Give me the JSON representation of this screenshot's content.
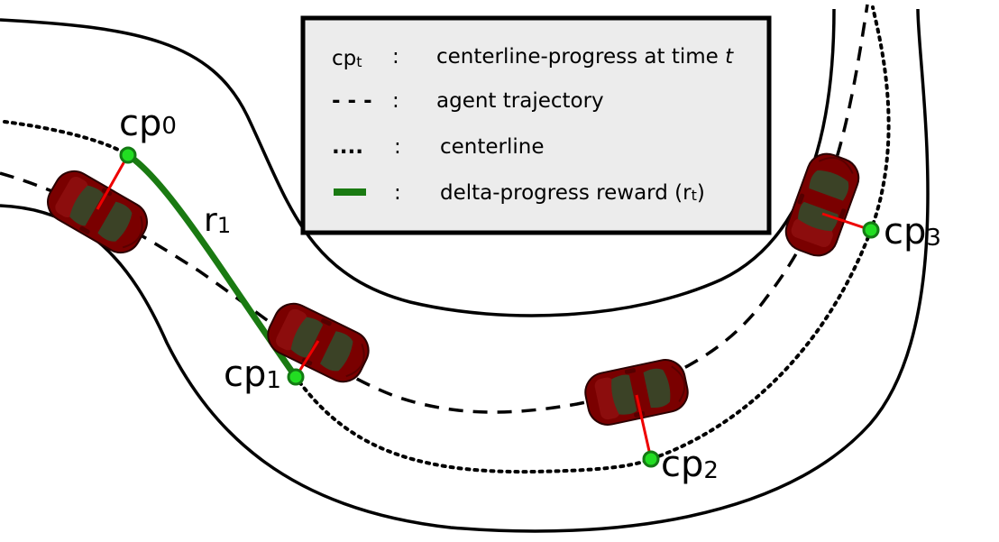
{
  "legend": {
    "items": [
      {
        "symbol_base": "cp",
        "symbol_sub": "t",
        "sep": ":",
        "text": "centerline-progress at time ",
        "text_italic": "t"
      },
      {
        "symbol": "- - -",
        "sep": ":",
        "text": "agent trajectory"
      },
      {
        "symbol": "....",
        "sep": ":",
        "text": "centerline"
      },
      {
        "sep": ":",
        "text": "delta-progress reward (r",
        "text_sub": "t",
        "text_end": ")"
      }
    ]
  },
  "labels": {
    "cp0": {
      "base": "cp",
      "sub": "0"
    },
    "cp1": {
      "base": "cp",
      "sub": "1"
    },
    "cp2": {
      "base": "cp",
      "sub": "2"
    },
    "cp3": {
      "base": "cp",
      "sub": "3"
    },
    "r1": {
      "base": "r",
      "sub": "1"
    }
  },
  "colors": {
    "track_edge": "#000000",
    "centerline": "#000000",
    "trajectory": "#000000",
    "reward": "#1a7a12",
    "checkpoint_fill": "#22dd22",
    "checkpoint_stroke": "#137a13",
    "connector": "#ee0000",
    "car_body": "#7a0000",
    "car_glass": "#3b4226",
    "legend_bg": "#ececec",
    "legend_border": "#000000"
  }
}
